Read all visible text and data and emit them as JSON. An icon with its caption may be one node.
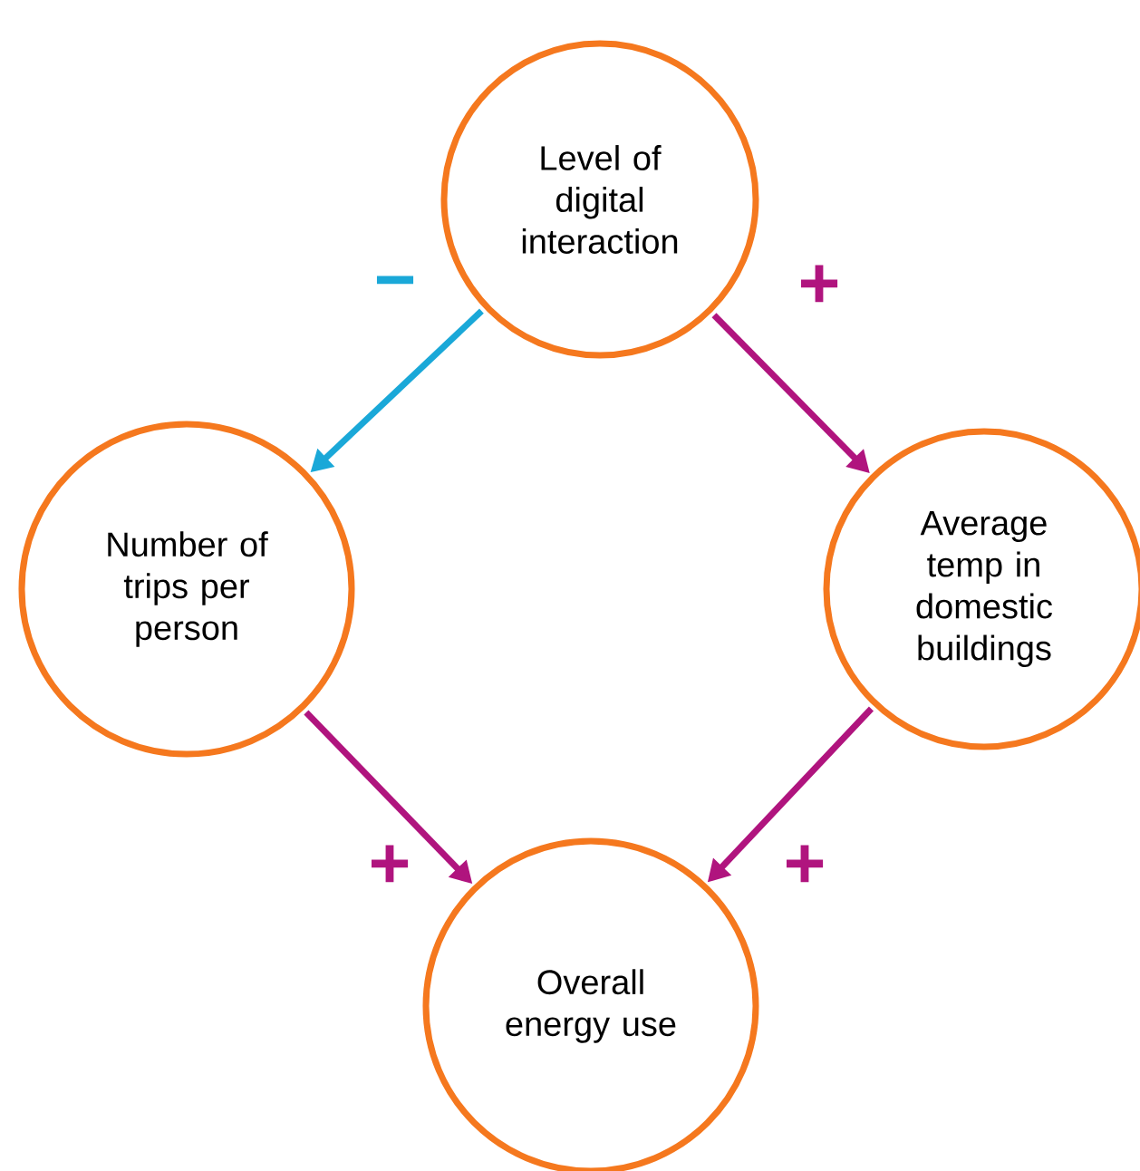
{
  "diagram": {
    "nodes": [
      {
        "text": [
          "Level of digital interaction"
        ]
      },
      {
        "text": [
          "Number of trips per person"
        ]
      },
      {
        "text": [
          "Average temp in domestic buildings"
        ]
      },
      {
        "text": [
          "Overall energy use"
        ]
      }
    ],
    "edges": [
      {
        "from": 0,
        "to": 1,
        "arrow": "to",
        "label": "−",
        "color": "#1aa8d8"
      },
      {
        "from": 0,
        "to": 2,
        "arrow": "to",
        "label": "+"
      },
      {
        "from": 1,
        "to": 3,
        "arrow": "to",
        "label": "+"
      },
      {
        "from": 2,
        "to": 3,
        "arrow": "to",
        "label": "+"
      }
    ]
  }
}
